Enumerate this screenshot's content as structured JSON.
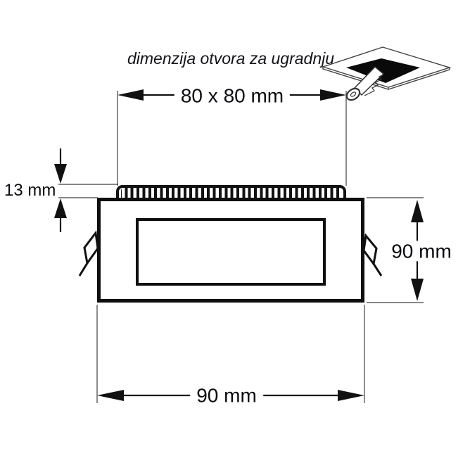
{
  "title": "dimenzija otvora za ugradnju",
  "dimensions": {
    "cutout_label": "80 x 80 mm",
    "fin_height_label": "13 mm",
    "body_height_label": "90 mm",
    "body_width_label": "90 mm"
  },
  "icons": {
    "installation_icon": "ceiling-cutout-saw"
  },
  "colors": {
    "drawing_line": "#121212",
    "extension_line": "#3f3f3f",
    "text": "#0b0b0f",
    "background": "#ffffff",
    "cutout_fill": "#0a0a0a"
  }
}
